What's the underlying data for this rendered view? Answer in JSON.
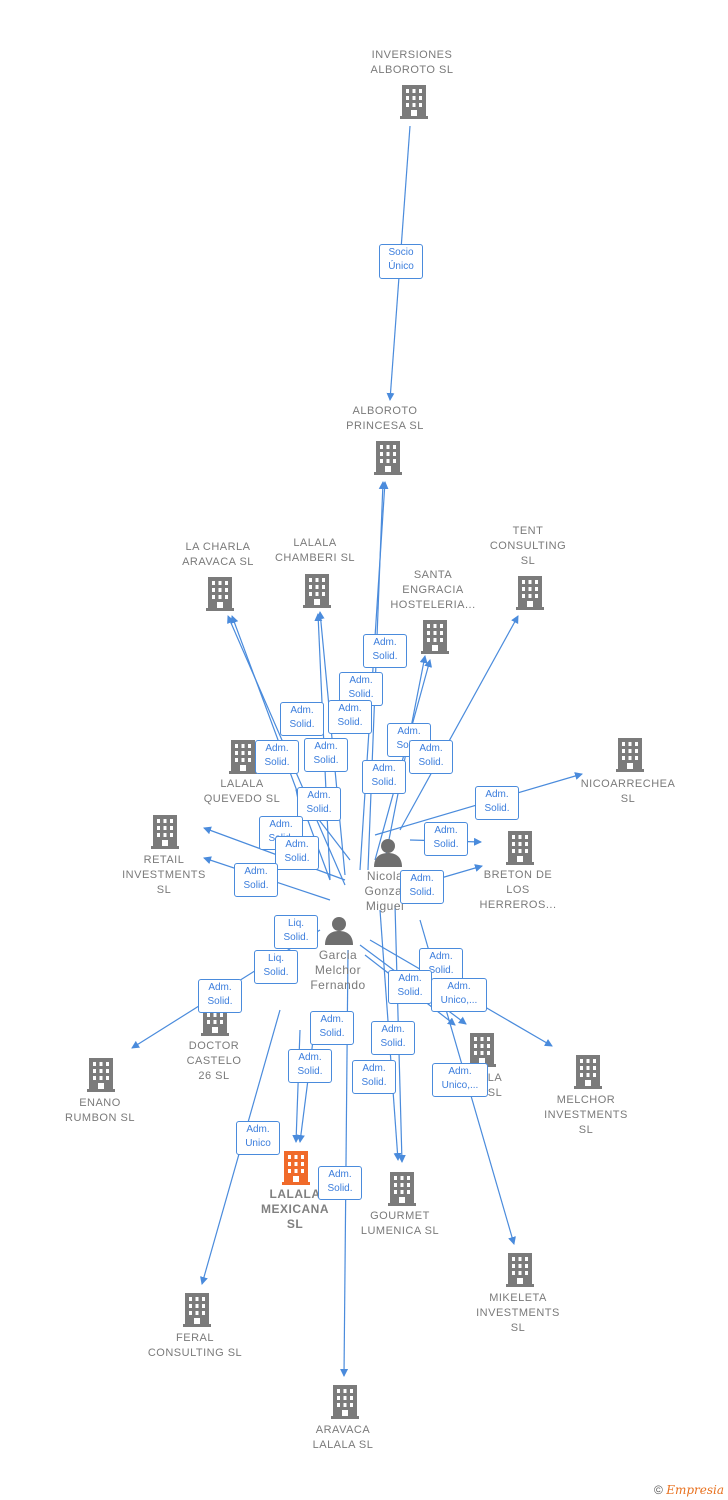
{
  "colors": {
    "edge": "#4a8bdc",
    "building": "#7b7b7b",
    "main_building": "#f06a2a",
    "person": "#6f6f6f"
  },
  "companies": [
    {
      "id": "inversiones",
      "label": "INVERSIONES\nALBOROTO  SL"
    },
    {
      "id": "alboroto",
      "label": "ALBOROTO\nPRINCESA  SL"
    },
    {
      "id": "charla",
      "label": "LA CHARLA\nARAVACA  SL"
    },
    {
      "id": "chamberi",
      "label": "LALALA\nCHAMBERI  SL"
    },
    {
      "id": "tent",
      "label": "TENT\nCONSULTING\nSL"
    },
    {
      "id": "santa",
      "label": "SANTA\nENGRACIA\nHOSTELERIA..."
    },
    {
      "id": "quevedo",
      "label": "LALALA\nQUEVEDO  SL"
    },
    {
      "id": "nicoarrechea",
      "label": "NICOARRECHEA\nSL"
    },
    {
      "id": "retail",
      "label": "RETAIL\nINVESTMENTS\nSL"
    },
    {
      "id": "breton",
      "label": "BRETON DE\nLOS\nHERREROS..."
    },
    {
      "id": "doctor",
      "label": "DOCTOR\nCASTELO\n26  SL"
    },
    {
      "id": "enano",
      "label": "ENANO\nRUMBON  SL"
    },
    {
      "id": "lalala_hidden",
      "label": "LA\nSL"
    },
    {
      "id": "melchor",
      "label": "MELCHOR\nINVESTMENTS\nSL"
    },
    {
      "id": "mexicana",
      "label": "LALALA\nMEXICANA\nSL"
    },
    {
      "id": "gourmet",
      "label": "GOURMET\nLUMENICA  SL"
    },
    {
      "id": "mikeleta",
      "label": "MIKELETA\nINVESTMENTS\nSL"
    },
    {
      "id": "feral",
      "label": "FERAL\nCONSULTING SL"
    },
    {
      "id": "aravaca",
      "label": "ARAVACA\nLALALA  SL"
    }
  ],
  "persons": [
    {
      "id": "nicolas",
      "label": "Nicola\nGonzal\nMiguel"
    },
    {
      "id": "garcia",
      "label": "Garcia\nMelchor\nFernando"
    }
  ],
  "relations": [
    {
      "id": "r1",
      "label": "Socio\nÚnico"
    },
    {
      "id": "r2",
      "label": "Adm.\nSolid."
    },
    {
      "id": "r3",
      "label": "Adm.\nSolid."
    },
    {
      "id": "r4",
      "label": "Adm.\nSolid."
    },
    {
      "id": "r5",
      "label": "Adm.\nSolid."
    },
    {
      "id": "r6",
      "label": "Adm.\nSolid."
    },
    {
      "id": "r7",
      "label": "Adm.\nSolid."
    },
    {
      "id": "r8",
      "label": "Adm.\nSolid."
    },
    {
      "id": "r9",
      "label": "Adm.\nSolid."
    },
    {
      "id": "r10",
      "label": "Adm.\nSolid."
    },
    {
      "id": "r11",
      "label": "Adm.\nSolid."
    },
    {
      "id": "r12",
      "label": "Adm.\nSolid."
    },
    {
      "id": "r13",
      "label": "Adm.\nSolid."
    },
    {
      "id": "r14",
      "label": "Adm.\nSolid."
    },
    {
      "id": "r15",
      "label": "Adm.\nSolid."
    },
    {
      "id": "r16",
      "label": "Adm.\nSolid."
    },
    {
      "id": "r17",
      "label": "Adm.\nSolid."
    },
    {
      "id": "r18",
      "label": "Liq.\nSolid."
    },
    {
      "id": "r19",
      "label": "Liq.\nSolid."
    },
    {
      "id": "r20",
      "label": "Adm.\nSolid."
    },
    {
      "id": "r21",
      "label": "Adm.\nSolid."
    },
    {
      "id": "r22",
      "label": "Adm.\nUnico,..."
    },
    {
      "id": "r23",
      "label": "Adm.\nSolid."
    },
    {
      "id": "r24",
      "label": "Adm.\nSolid."
    },
    {
      "id": "r25",
      "label": "Adm.\nSolid."
    },
    {
      "id": "r26",
      "label": "Adm.\nSolid."
    },
    {
      "id": "r27",
      "label": "Adm.\nSolid."
    },
    {
      "id": "r28",
      "label": "Adm.\nUnico,..."
    },
    {
      "id": "r29",
      "label": "Adm.\nUnico"
    },
    {
      "id": "r30",
      "label": "Adm.\nSolid."
    }
  ],
  "footer": {
    "copyright": "©",
    "brand": "Empresia"
  }
}
